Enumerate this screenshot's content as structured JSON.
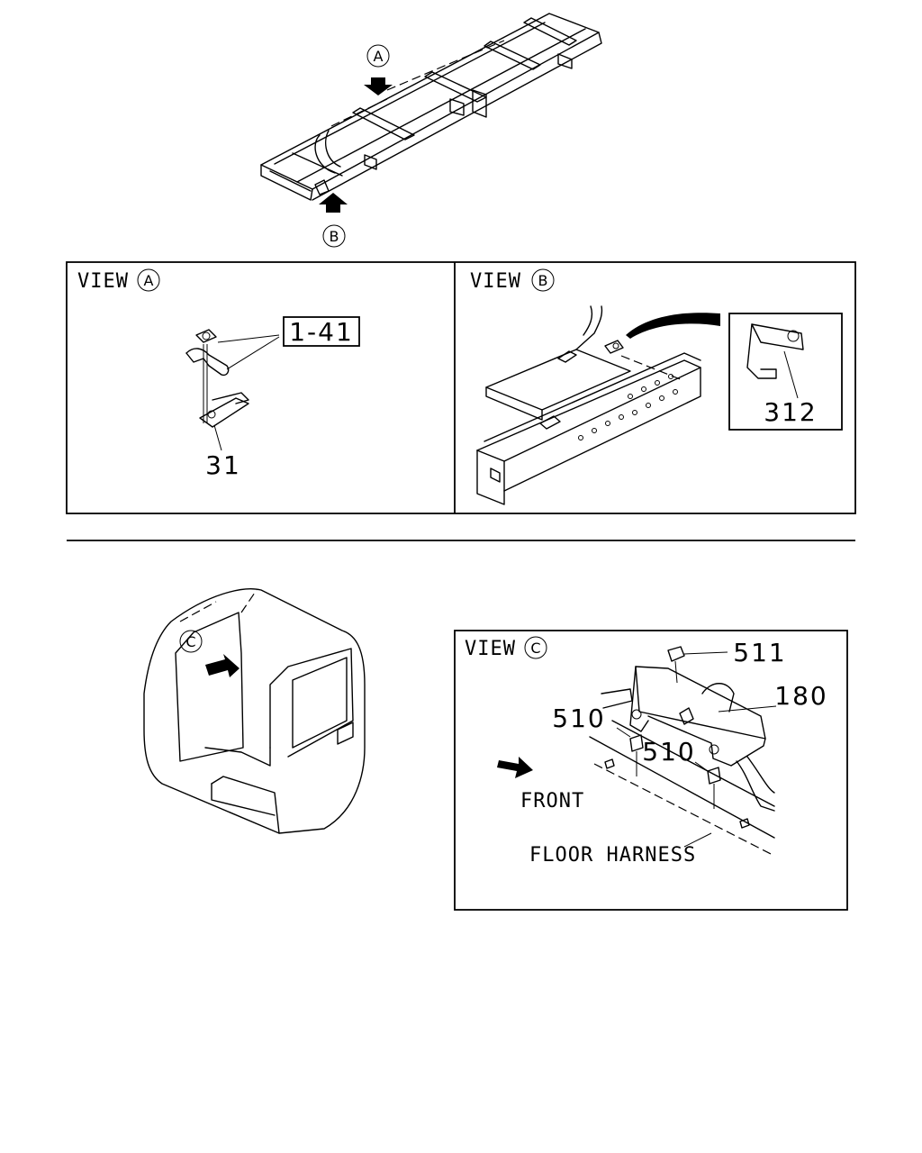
{
  "callouts": {
    "a": "A",
    "b": "B",
    "c": "C"
  },
  "view_a": {
    "title": "VIEW",
    "mark": "A",
    "ref_label": "1-41",
    "part_31": "31"
  },
  "view_b": {
    "title": "VIEW",
    "mark": "B",
    "part_312": "312"
  },
  "view_c": {
    "title": "VIEW",
    "mark": "C",
    "part_511": "511",
    "part_180": "180",
    "part_510_left": "510",
    "part_510_right": "510",
    "front_label": "FRONT",
    "floor_harness_label": "FLOOR HARNESS"
  }
}
